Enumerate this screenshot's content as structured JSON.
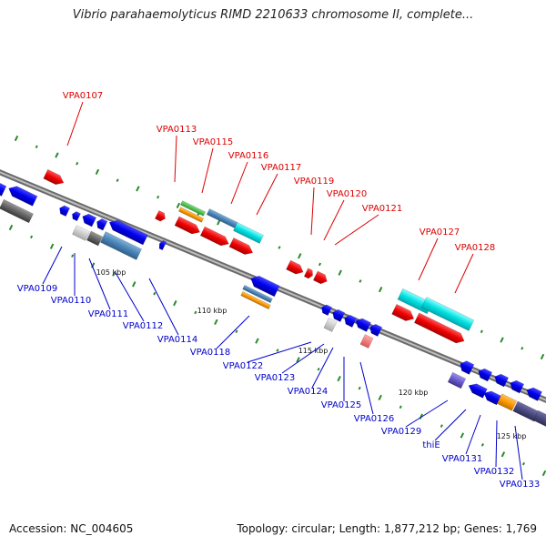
{
  "title": "Vibrio parahaemolyticus RIMD 2210633 chromosome II, complete...",
  "footer": {
    "accession": "Accession: NC_004605",
    "summary": "Topology: circular; Length: 1,877,212 bp; Genes: 1,769"
  },
  "colors": {
    "backbone": "#8c8c8c",
    "forward_label": "#dd0000",
    "reverse_label": "#0000cc",
    "tick": "#2a8a2a"
  },
  "scale_labels": [
    "105 kbp",
    "110 kbp",
    "115 kbp",
    "120 kbp",
    "125 kbp"
  ],
  "forward_genes": [
    "VPA0107",
    "VPA0113",
    "VPA0115",
    "VPA0116",
    "VPA0117",
    "VPA0119",
    "VPA0120",
    "VPA0121",
    "VPA0127",
    "VPA0128"
  ],
  "reverse_genes": [
    "VPA0109",
    "VPA0110",
    "VPA0111",
    "VPA0112",
    "VPA0114",
    "VPA0118",
    "VPA0122",
    "VPA0123",
    "VPA0124",
    "VPA0125",
    "VPA0126",
    "VPA0129",
    "thiE",
    "VPA0131",
    "VPA0132",
    "VPA0133"
  ]
}
